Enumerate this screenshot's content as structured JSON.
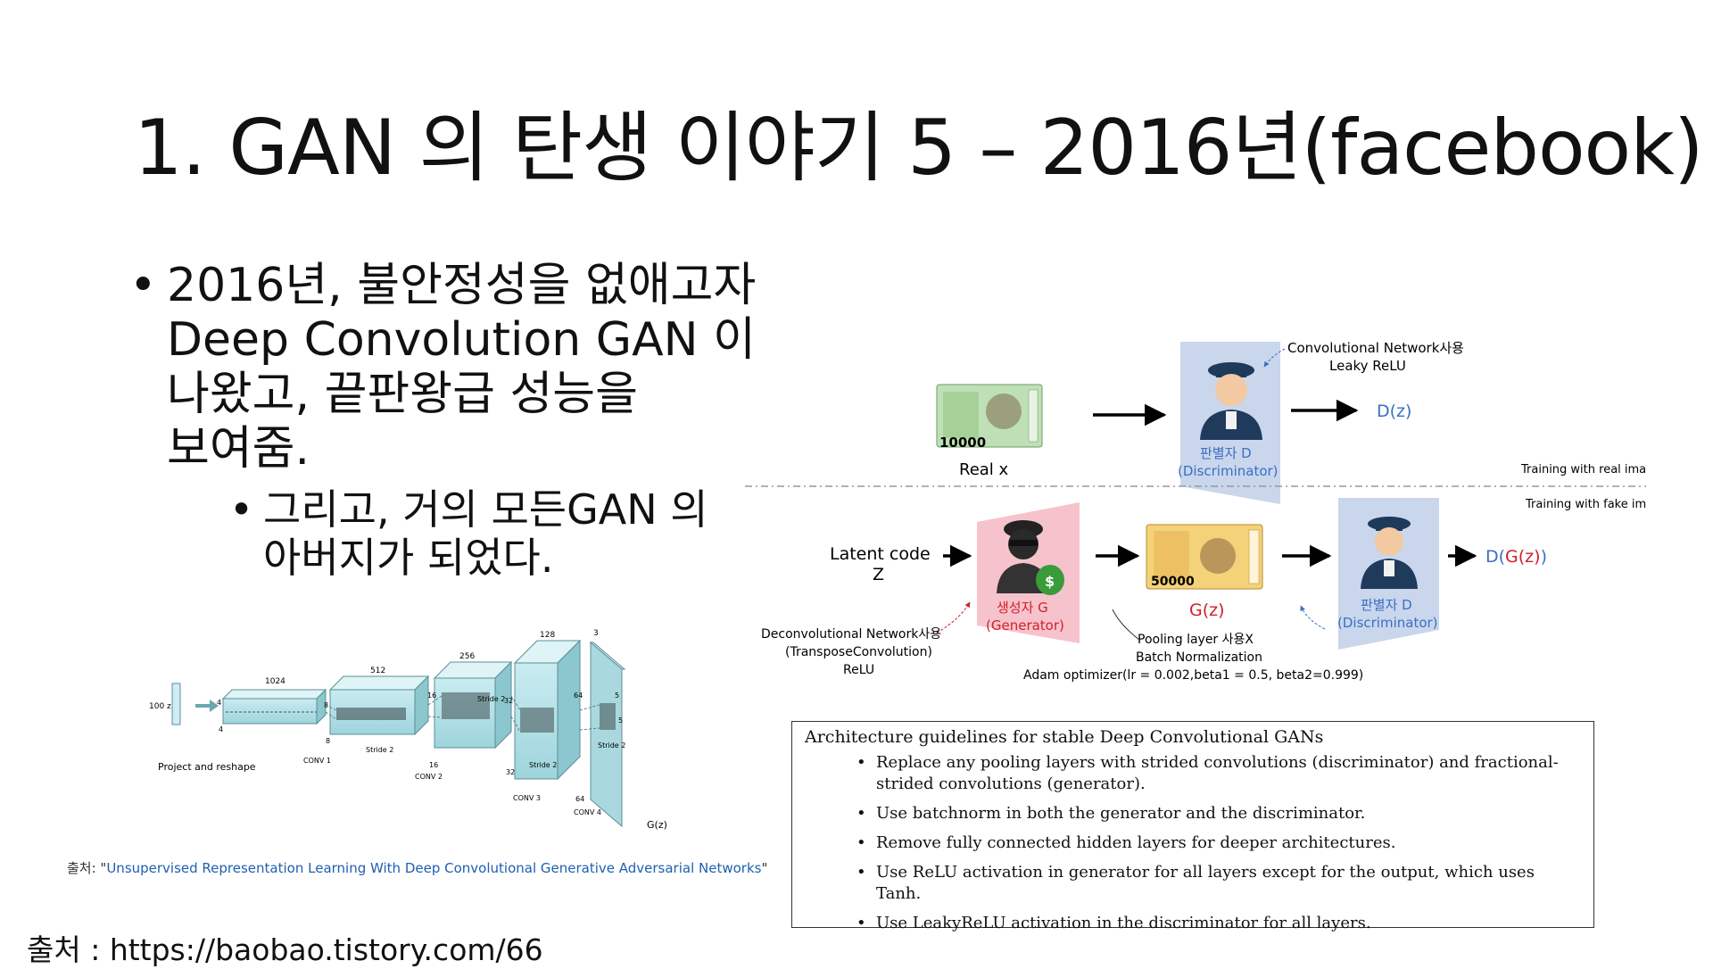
{
  "slide": {
    "title": "1. GAN 의 탄생 이야기 5 – 2016년(facebook)",
    "bullet1_lines": [
      "2016년, 불안정성을 없애고자",
      "Deep Convolution GAN 이",
      "나왔고, 끝판왕급 성능을",
      "보여줌."
    ],
    "bullet2_lines": [
      "그리고, 거의 모든GAN 의",
      "아버지가 되었다."
    ]
  },
  "dcgan_figure": {
    "input_label": "100 z",
    "project_label": "Project and reshape",
    "depths": [
      "1024",
      "512",
      "256",
      "128",
      "3"
    ],
    "sizes": [
      "4",
      "4",
      "8",
      "8",
      "16",
      "16",
      "32",
      "32",
      "64",
      "64"
    ],
    "kernel": [
      "5",
      "5"
    ],
    "stride_label": "Stride 2",
    "conv_labels": [
      "CONV 1",
      "CONV 2",
      "CONV 3",
      "CONV 4"
    ],
    "output_label": "G(z)"
  },
  "caption": {
    "prefix": "출처: \"",
    "paper": "Unsupervised Representation Learning With Deep Convolutional Generative Adversarial Networks",
    "suffix": "\""
  },
  "footer": {
    "source": "출처 : https://baobao.tistory.com/66"
  },
  "gan_diagram": {
    "real": {
      "banknote_value": "10000",
      "input_label": "Real x",
      "disc_note_1": "Convolutional Network사용",
      "disc_note_2": "Leaky ReLU",
      "disc_label_1": "판별자 D",
      "disc_label_2": "(Discriminator)",
      "output": "D(z)",
      "caption": "Training with real image"
    },
    "fake": {
      "caption": "Training with fake image",
      "latent_1": "Latent code",
      "latent_2": "Z",
      "gen_label_1": "생성자 G",
      "gen_label_2": "(Generator)",
      "gen_note_1": "Deconvolutional Network사용",
      "gen_note_2": "(TransposeConvolution)",
      "gen_note_3": "ReLU",
      "banknote_value": "50000",
      "image_label": "G(z)",
      "pool_note_1": "Pooling layer 사용X",
      "pool_note_2": "Batch Normalization",
      "optimizer": "Adam optimizer(lr = 0.002,beta1 = 0.5, beta2=0.999)",
      "disc_label_1": "판별자 D",
      "disc_label_2": "(Discriminator)",
      "output_prefix": "D(",
      "output_inner": "G(z)",
      "output_suffix": ")"
    },
    "colors": {
      "blue": "#3a6fc4",
      "red": "#d0202a",
      "disc_panel": "#c9d6ec",
      "gen_panel": "#f6c3cc"
    }
  },
  "guidelines": {
    "title": "Architecture guidelines for stable Deep Convolutional GANs",
    "items": [
      "Replace any pooling layers with strided convolutions (discriminator) and fractional-strided convolutions (generator).",
      "Use batchnorm in both the generator and the discriminator.",
      "Remove fully connected hidden layers for deeper architectures.",
      "Use ReLU activation in generator for all layers except for the output, which uses Tanh.",
      "Use LeakyReLU activation in the discriminator for all layers."
    ]
  }
}
